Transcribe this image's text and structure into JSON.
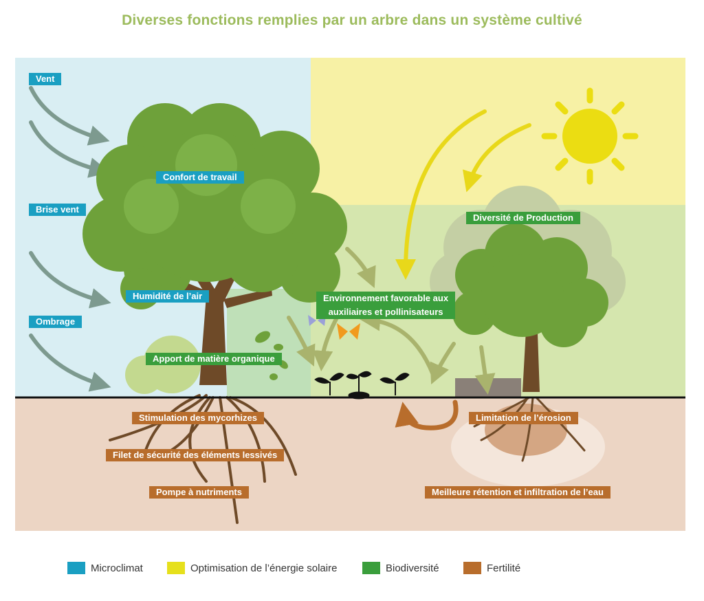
{
  "title": "Diverses fonctions remplies par un arbre dans un système cultivé",
  "labels": {
    "vent": "Vent",
    "brise_vent": "Brise vent",
    "ombrage": "Ombrage",
    "confort": "Confort de travail",
    "humidite": "Humidité de l’air",
    "apport": "Apport de matière organique",
    "diversite": "Diversité de Production",
    "environnement_1": "Environnement favorable aux",
    "environnement_2": "auxiliaires et pollinisateurs",
    "mycorhizes": "Stimulation des mycorhizes",
    "filet": "Filet de sécurité des éléments lessivés",
    "pompe": "Pompe à nutriments",
    "erosion": "Limitation de l’érosion",
    "retention": "Meilleure rétention et infiltration de l’eau"
  },
  "legend": [
    {
      "label": "Microclimat",
      "color": "#1a9fc2"
    },
    {
      "label": "Optimisation de l’énergie solaire",
      "color": "#e6e01c"
    },
    {
      "label": "Biodiversité",
      "color": "#3a9e3c"
    },
    {
      "label": "Fertilité",
      "color": "#b86d2c"
    }
  ],
  "colors": {
    "microclimat": "#1a9fc2",
    "solaire": "#e6e01c",
    "biodiversite": "#3a9e3c",
    "fertilite": "#b86d2c",
    "sky": "#d9eef3",
    "sun_zone": "#f7f1a5",
    "green_zone": "#d5e6ae",
    "soil": "#ecd5c4"
  }
}
